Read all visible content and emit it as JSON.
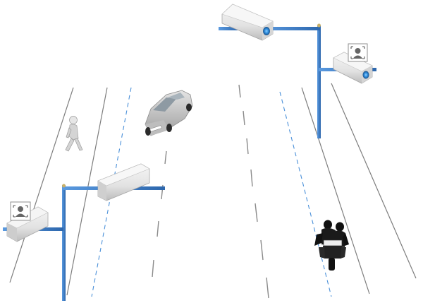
{
  "scene": {
    "description_labels": [],
    "colors": {
      "pole": "#3b7cc4",
      "pole_dark": "#2a5f9c",
      "camera_body": "#e9e9e9",
      "camera_shade": "#bdbdbd",
      "lens": "#2f8fe0",
      "road_line": "#8a8a8a",
      "lane_dash": "#4a90d9",
      "car": "#c9c9c9",
      "rider": "#111111"
    },
    "elements": {
      "cameras": [
        "bullet-camera",
        "bullet-camera",
        "bullet-camera",
        "face-recognition-camera",
        "face-recognition-camera"
      ],
      "poles": [
        "camera-pole",
        "camera-pole",
        "camera-pole"
      ],
      "subjects": [
        "pedestrian",
        "car",
        "motorcycle-rider"
      ],
      "icons": [
        "face-detect-icon",
        "face-detect-icon"
      ]
    }
  }
}
